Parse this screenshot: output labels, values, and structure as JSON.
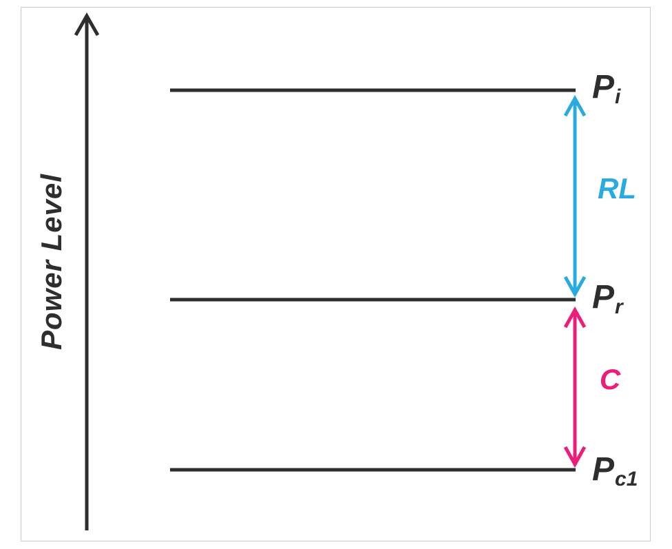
{
  "diagram": {
    "axis_label": "Power Level",
    "levels": [
      {
        "id": "pi",
        "main": "P",
        "sub": "i"
      },
      {
        "id": "pr",
        "main": "P",
        "sub": "r"
      },
      {
        "id": "pc1",
        "main": "P",
        "sub": "c1"
      }
    ],
    "intervals": [
      {
        "id": "rl",
        "label": "RL",
        "color": "#29ABE2",
        "from_level": "Pi",
        "to_level": "Pr"
      },
      {
        "id": "c",
        "label": "C",
        "color": "#EC1E79",
        "from_level": "Pr",
        "to_level": "Pc1"
      }
    ],
    "colors": {
      "line": "#2e2e2e",
      "rl_arrow": "#29ABE2",
      "c_arrow": "#EC1E79",
      "frame_border": "#cacaca"
    }
  }
}
